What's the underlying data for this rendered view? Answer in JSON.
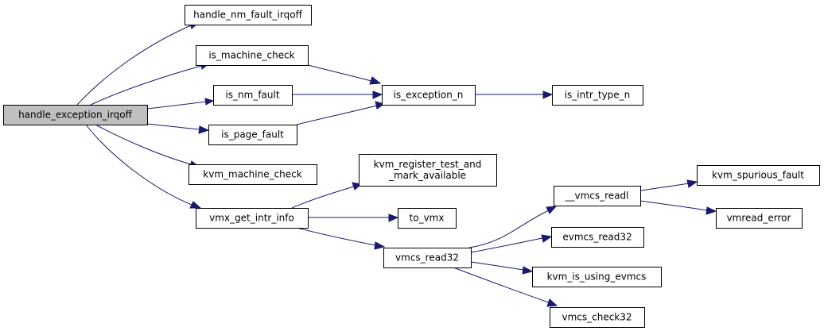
{
  "colors": {
    "edge": "#191970",
    "root_fill": "#bfbfbf",
    "node_fill": "#ffffff",
    "node_stroke": "#000000"
  },
  "nodes": [
    {
      "id": "handle_exception_irqoff",
      "lines": [
        "handle_exception_irqoff"
      ],
      "root": true
    },
    {
      "id": "handle_nm_fault_irqoff",
      "lines": [
        "handle_nm_fault_irqoff"
      ]
    },
    {
      "id": "is_machine_check",
      "lines": [
        "is_machine_check"
      ]
    },
    {
      "id": "is_nm_fault",
      "lines": [
        "is_nm_fault"
      ]
    },
    {
      "id": "is_page_fault",
      "lines": [
        "is_page_fault"
      ]
    },
    {
      "id": "kvm_machine_check",
      "lines": [
        "kvm_machine_check"
      ]
    },
    {
      "id": "vmx_get_intr_info",
      "lines": [
        "vmx_get_intr_info"
      ]
    },
    {
      "id": "is_exception_n",
      "lines": [
        "is_exception_n"
      ]
    },
    {
      "id": "is_intr_type_n",
      "lines": [
        "is_intr_type_n"
      ]
    },
    {
      "id": "kvm_register_test_and_mark_available",
      "lines": [
        "kvm_register_test_and",
        "_mark_available"
      ]
    },
    {
      "id": "to_vmx",
      "lines": [
        "to_vmx"
      ]
    },
    {
      "id": "vmcs_read32",
      "lines": [
        "vmcs_read32"
      ]
    },
    {
      "id": "__vmcs_readl",
      "lines": [
        "__vmcs_readl"
      ]
    },
    {
      "id": "evmcs_read32",
      "lines": [
        "evmcs_read32"
      ]
    },
    {
      "id": "kvm_is_using_evmcs",
      "lines": [
        "kvm_is_using_evmcs"
      ]
    },
    {
      "id": "vmcs_check32",
      "lines": [
        "vmcs_check32"
      ]
    },
    {
      "id": "kvm_spurious_fault",
      "lines": [
        "kvm_spurious_fault"
      ]
    },
    {
      "id": "vmread_error",
      "lines": [
        "vmread_error"
      ]
    }
  ],
  "edges": [
    [
      "handle_exception_irqoff",
      "handle_nm_fault_irqoff"
    ],
    [
      "handle_exception_irqoff",
      "is_machine_check"
    ],
    [
      "handle_exception_irqoff",
      "is_nm_fault"
    ],
    [
      "handle_exception_irqoff",
      "is_page_fault"
    ],
    [
      "handle_exception_irqoff",
      "kvm_machine_check"
    ],
    [
      "handle_exception_irqoff",
      "vmx_get_intr_info"
    ],
    [
      "is_machine_check",
      "is_exception_n"
    ],
    [
      "is_nm_fault",
      "is_exception_n"
    ],
    [
      "is_page_fault",
      "is_exception_n"
    ],
    [
      "is_exception_n",
      "is_intr_type_n"
    ],
    [
      "vmx_get_intr_info",
      "kvm_register_test_and_mark_available"
    ],
    [
      "vmx_get_intr_info",
      "to_vmx"
    ],
    [
      "vmx_get_intr_info",
      "vmcs_read32"
    ],
    [
      "vmcs_read32",
      "__vmcs_readl"
    ],
    [
      "vmcs_read32",
      "evmcs_read32"
    ],
    [
      "vmcs_read32",
      "kvm_is_using_evmcs"
    ],
    [
      "vmcs_read32",
      "vmcs_check32"
    ],
    [
      "__vmcs_readl",
      "kvm_spurious_fault"
    ],
    [
      "__vmcs_readl",
      "vmread_error"
    ]
  ]
}
